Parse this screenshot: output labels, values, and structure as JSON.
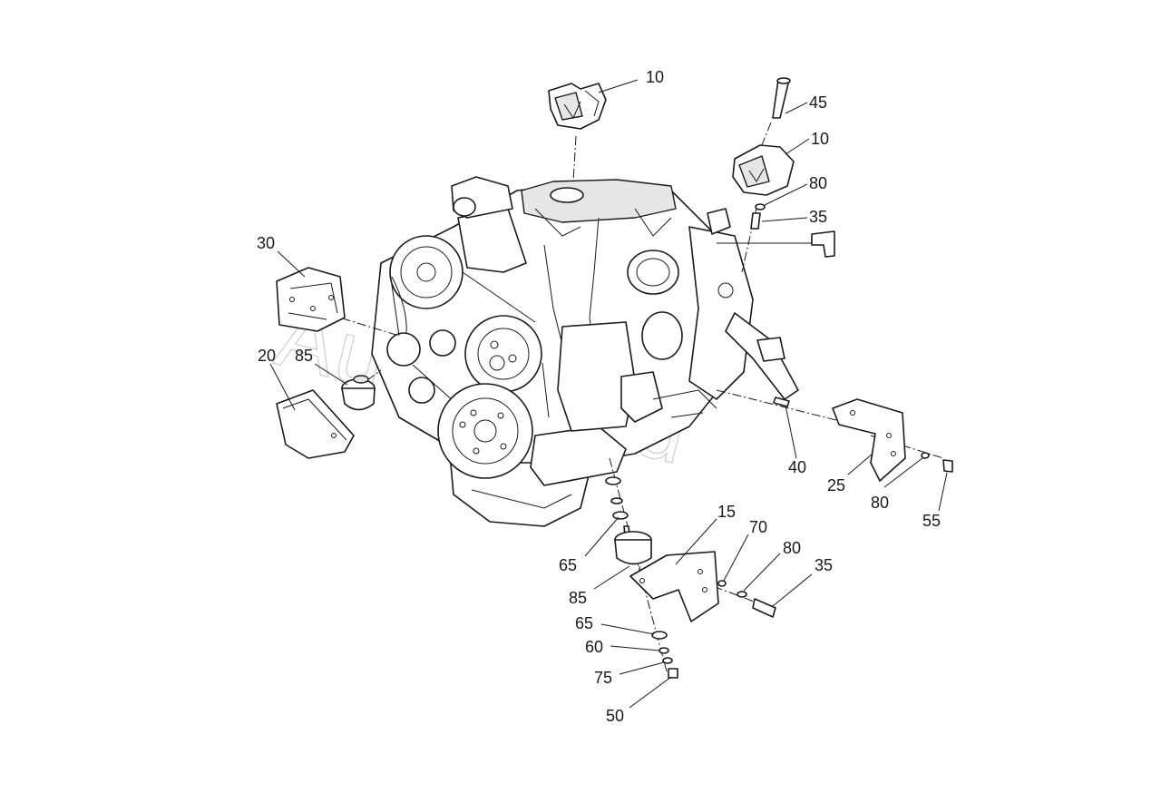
{
  "watermark": "Autoopt.ru",
  "callouts": [
    {
      "id": "c10a",
      "text": "10"
    },
    {
      "id": "c45",
      "text": "45"
    },
    {
      "id": "c10b",
      "text": "10"
    },
    {
      "id": "c80a",
      "text": "80"
    },
    {
      "id": "c35a",
      "text": "35"
    },
    {
      "id": "c30",
      "text": "30"
    },
    {
      "id": "c20",
      "text": "20"
    },
    {
      "id": "c85a",
      "text": "85"
    },
    {
      "id": "c40",
      "text": "40"
    },
    {
      "id": "c25",
      "text": "25"
    },
    {
      "id": "c80b",
      "text": "80"
    },
    {
      "id": "c55",
      "text": "55"
    },
    {
      "id": "c15",
      "text": "15"
    },
    {
      "id": "c70",
      "text": "70"
    },
    {
      "id": "c80c",
      "text": "80"
    },
    {
      "id": "c35b",
      "text": "35"
    },
    {
      "id": "c65a",
      "text": "65"
    },
    {
      "id": "c85b",
      "text": "85"
    },
    {
      "id": "c65b",
      "text": "65"
    },
    {
      "id": "c60",
      "text": "60"
    },
    {
      "id": "c75",
      "text": "75"
    },
    {
      "id": "c50",
      "text": "50"
    }
  ]
}
